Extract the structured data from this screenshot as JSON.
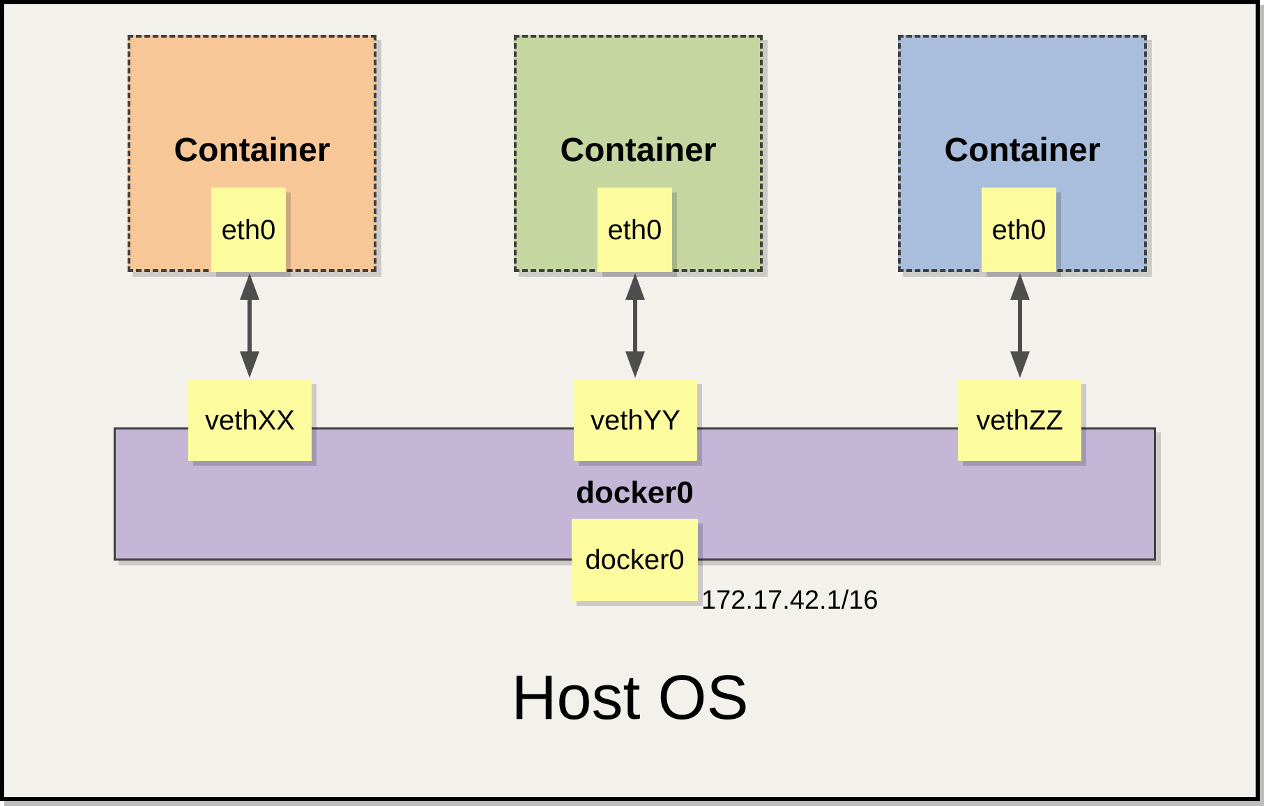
{
  "diagram": {
    "host": {
      "title": "Host OS"
    },
    "containers": [
      {
        "title": "Container",
        "interface": "eth0",
        "veth": "vethXX",
        "fill": "#F8C798"
      },
      {
        "title": "Container",
        "interface": "eth0",
        "veth": "vethYY",
        "fill": "#C6D6A0"
      },
      {
        "title": "Container",
        "interface": "eth0",
        "veth": "vethZZ",
        "fill": "#A9BEDC"
      }
    ],
    "bridge": {
      "title": "docker0",
      "interface": "docker0",
      "ip": "172.17.42.1/16",
      "fill": "#C3B6D6"
    },
    "colors": {
      "background": "#F2F1EC",
      "interface_fill": "#FCFB9E",
      "arrow": "#4E4E4E",
      "dashed_border": "#3F3F3F",
      "frame_border": "#000000"
    }
  }
}
